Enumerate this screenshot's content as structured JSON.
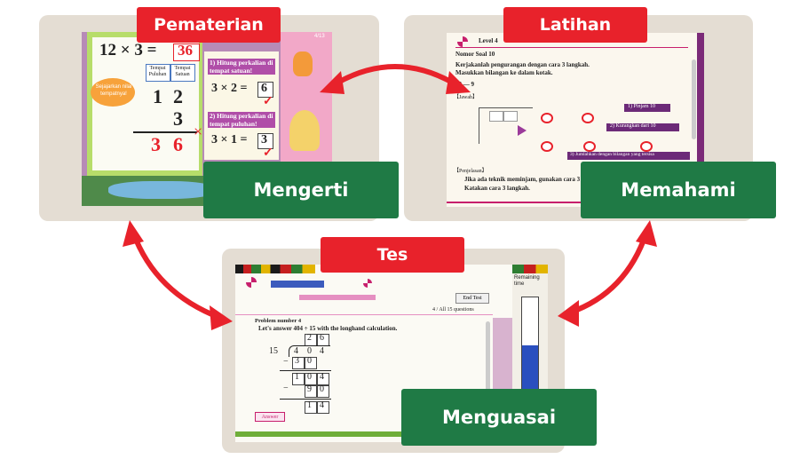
{
  "labels": {
    "pematerian": "Pematerian",
    "latihan": "Latihan",
    "tes": "Tes",
    "mengerti": "Mengerti",
    "memahami": "Memahami",
    "menguasai": "Menguasai"
  },
  "colors": {
    "red_tag": "#e8222b",
    "green_tag": "#1f7a45",
    "panel": "#e4ddd3",
    "arrow": "#e8222b"
  },
  "screen1": {
    "equation_left": "12 × 3 =",
    "equation_result": "36",
    "header_puluhan": "Tempat Puluhan",
    "header_satuan": "Tempat Satuan",
    "bubble": "Sejajarkan nilai tempatnya!",
    "digit_1": "1",
    "digit_2": "2",
    "digit_3": "3",
    "result_3": "3",
    "result_6": "6",
    "cross": "×",
    "step1_title": "1) Hitung perkalian di tempat satuan!",
    "step1_eq": "3 × 2 =",
    "step1_ans": "6",
    "step2_title": "2) Hitung perkalian di tempat puluhan!",
    "step2_eq": "3 × 1 =",
    "step2_ans": "3",
    "check": "✓",
    "page": "4/13"
  },
  "screen2": {
    "level": "Level 4",
    "problem_no": "Nomor Soal 10",
    "instruction_1": "Kerjakanlah pengurangan dengan cara 3 langkah.",
    "instruction_2": "Masukkan bilangan ke dalam kotak.",
    "problem": "19 — 9",
    "answer_label": "【Jawab】",
    "hint_1": "1) Pinjam 10",
    "hint_2": "2) Kurangkan dari 10",
    "hint_3": "3) Jumlahkan dengan bilangan yang tersisa",
    "explain_label": "【Penjelasan】",
    "explain_1": "Jika ada teknik meminjam, gunakan cara 3 langkah.",
    "explain_2": "Katakan cara 3 langkah."
  },
  "screen3": {
    "problem_no": "Problem number 4",
    "question": "Let's answer 404 ÷ 15 with the longhand calculation.",
    "progress_text": "4 / All 15 questions",
    "answer_btn": "Answer",
    "end_btn": "End Test",
    "side_title": "Remaining time",
    "q_digits": [
      "2",
      "6"
    ],
    "divisor": "15",
    "dividend": [
      "4",
      "0",
      "4"
    ],
    "sub1": [
      "3",
      "0"
    ],
    "rem1": [
      "1",
      "0",
      "4"
    ],
    "sub2": [
      "9",
      "0"
    ],
    "rem2": [
      "1",
      "4"
    ],
    "minus": "−",
    "gauge_level": 0.6
  }
}
